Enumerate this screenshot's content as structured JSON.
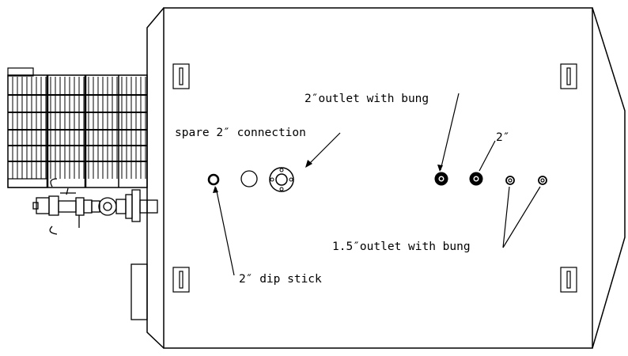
{
  "drawing": {
    "line_color": "#000000",
    "background": "#ffffff",
    "labels": {
      "outlet_bung_top": "2″outlet with bung",
      "spare_connection": "spare 2″ connection",
      "two_inch": "2″",
      "outlet_bung_small": "1.5″outlet with bung",
      "dip_stick": "2″ dip stick"
    }
  }
}
